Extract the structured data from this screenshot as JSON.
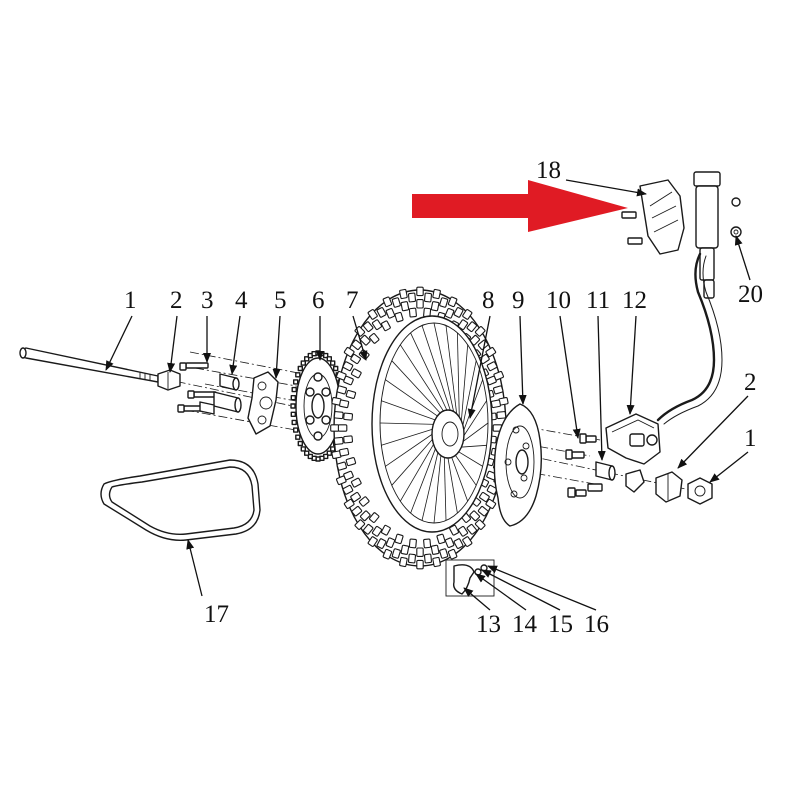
{
  "diagram": {
    "labels": {
      "l1": "1",
      "l2": "2",
      "l3": "3",
      "l4": "4",
      "l5": "5",
      "l6": "6",
      "l7": "7",
      "l8": "8",
      "l9": "9",
      "l10": "10",
      "l11": "11",
      "l12": "12",
      "l2b": "2",
      "l1b": "1",
      "l13": "13",
      "l14": "14",
      "l15": "15",
      "l16": "16",
      "l17": "17",
      "l18": "18",
      "l20": "20"
    },
    "arrow_color": "#e01b24",
    "arrow_icon": "red-arrow-icon"
  }
}
